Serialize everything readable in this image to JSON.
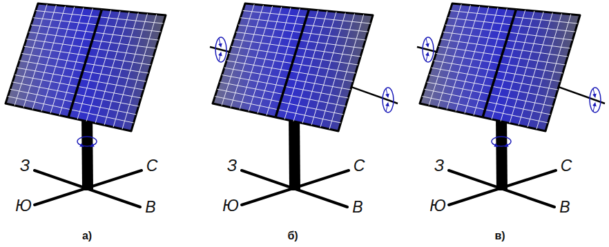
{
  "diagram": {
    "labels": [
      "З",
      "С",
      "Ю",
      "В",
      "а)",
      "З",
      "С",
      "Ю",
      "В",
      "б)",
      "З",
      "С",
      "Ю",
      "В",
      "в)"
    ]
  }
}
